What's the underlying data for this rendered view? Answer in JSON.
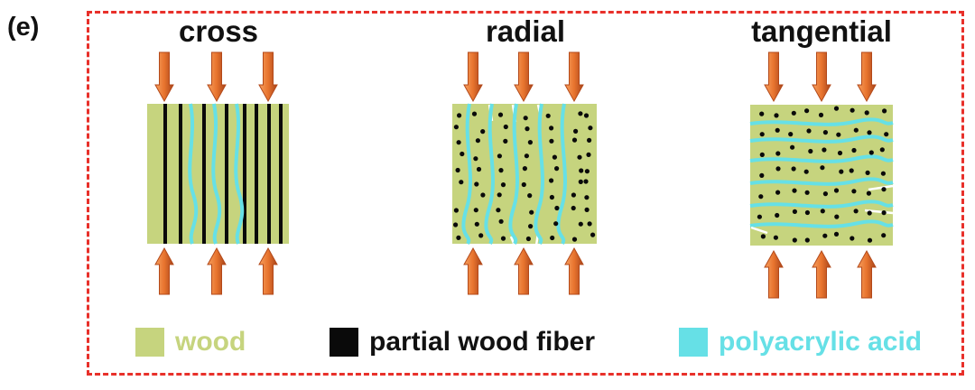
{
  "panel_label": "(e)",
  "panels": [
    {
      "title": "cross"
    },
    {
      "title": "radial"
    },
    {
      "title": "tangential"
    }
  ],
  "legend": [
    {
      "label": "wood",
      "color": "#c6d47e"
    },
    {
      "label": "partial wood fiber",
      "color": "#0a0a0a"
    },
    {
      "label": "polyacrylic acid",
      "color": "#66e0e6"
    }
  ],
  "colors": {
    "frame": "#e8302a",
    "wood": "#c6d47e",
    "fiber": "#0a0a0a",
    "polyacrylic_acid": "#66e0e6",
    "arrow": "#e8742e",
    "arrow_dark": "#b3491a"
  }
}
